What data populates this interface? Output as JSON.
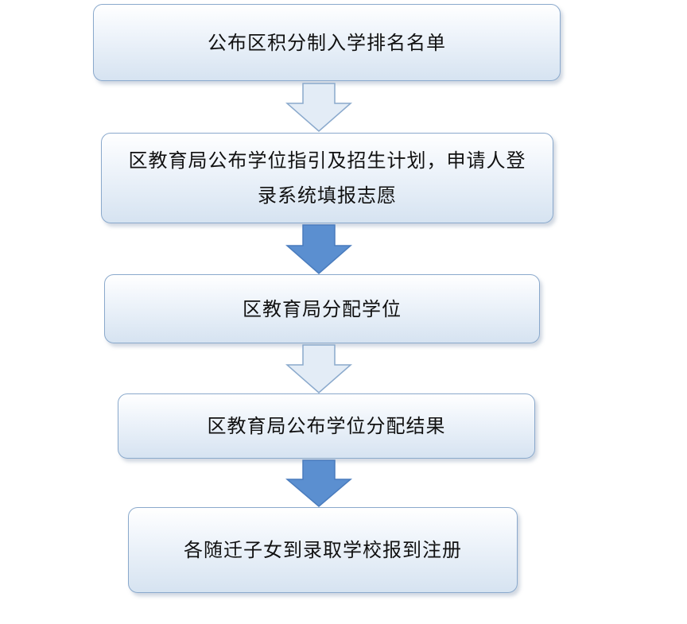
{
  "steps": [
    {
      "label": "公布区积分制入学排名名单"
    },
    {
      "label_line1": "区教育局公布学位指引及招生计划，申请人登",
      "label_line2": "录系统填报志愿"
    },
    {
      "label": "区教育局分配学位"
    },
    {
      "label": "区教育局公布学位分配结果"
    },
    {
      "label": "各随迁子女到录取学校报到注册"
    }
  ],
  "colors": {
    "box_border": "#8aa9cc",
    "box_fill_top": "#ffffff",
    "box_fill_bottom": "#d6e3f1",
    "arrow_light_fill": "#e3ecf6",
    "arrow_dark_fill": "#5b8fd0",
    "text": "#111111"
  }
}
